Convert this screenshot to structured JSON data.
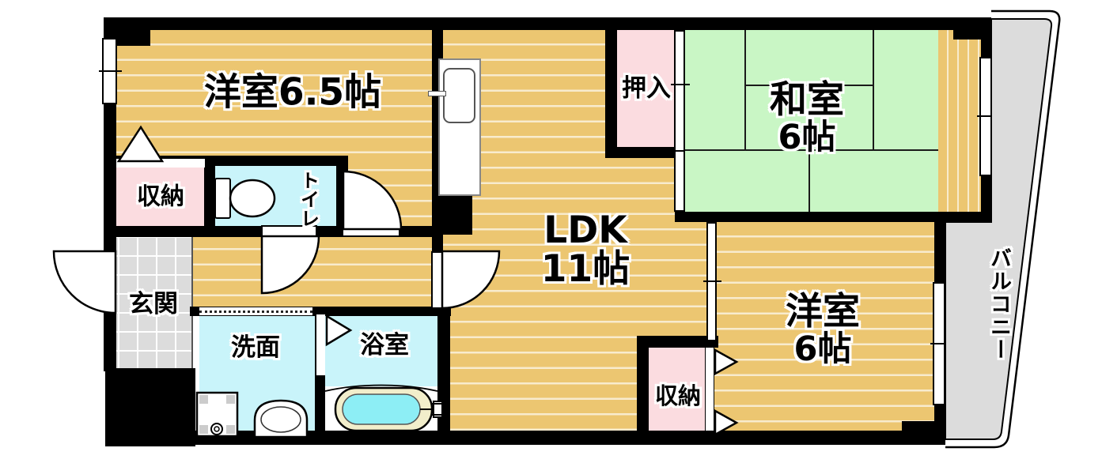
{
  "plan_labels": {
    "western_room_65": "洋室6.5帖",
    "ldk_name": "LDK",
    "ldk_size": "11帖",
    "oshiire_closet": "押入",
    "japanese_room_name": "和室",
    "japanese_room_size": "6帖",
    "western_room_6_name": "洋室",
    "western_room_6_size": "6帖",
    "balcony": "バルコニー",
    "storage_upper": "収納",
    "storage_lower": "収納",
    "entrance": "玄関",
    "washroom": "洗面",
    "bathroom": "浴室",
    "toilet": "トイレ"
  },
  "colors": {
    "wall": "#000000",
    "wood_floor": "#ecc671",
    "wood_stripe": "#f8ecc4",
    "tatami_green": "#c9f6c5",
    "closet_pink": "#fbdce0",
    "wet_area_cyan": "#c9f4fa",
    "entrance_tile_gray": "#dcdcdc",
    "balcony_gray": "#dcdcdc",
    "bathtub_rim": "#f2eecb",
    "bathtub_water": "#8deef5"
  }
}
